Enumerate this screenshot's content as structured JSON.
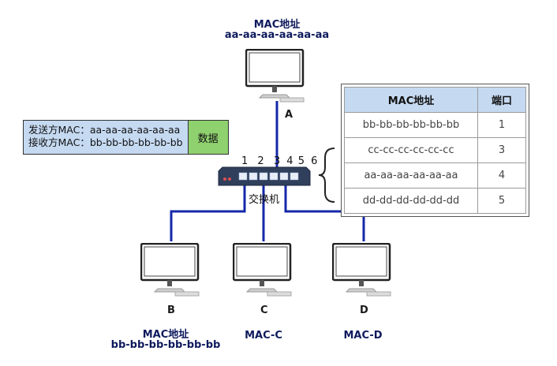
{
  "hosts": {
    "a": {
      "mac_title": "MAC地址",
      "mac_value": "aa-aa-aa-aa-aa-aa",
      "letter": "A"
    },
    "b": {
      "mac_title": "MAC地址",
      "mac_value": "bb-bb-bb-bb-bb-bb",
      "letter": "B"
    },
    "c": {
      "mac_value": "MAC-C",
      "letter": "C"
    },
    "d": {
      "mac_value": "MAC-D",
      "letter": "D"
    }
  },
  "frame": {
    "sender": "发送方MAC：aa-aa-aa-aa-aa-aa",
    "receiver": "接收方MAC：bb-bb-bb-bb-bb-bb",
    "payload": "数据"
  },
  "switch": {
    "label": "交换机",
    "ports": [
      "1",
      "2",
      "3",
      "4",
      "5",
      "6"
    ]
  },
  "mac_table": {
    "headers": [
      "MAC地址",
      "端口"
    ],
    "rows": [
      {
        "mac": "bb-bb-bb-bb-bb-bb",
        "port": "1"
      },
      {
        "mac": "cc-cc-cc-cc-cc-cc",
        "port": "3"
      },
      {
        "mac": "aa-aa-aa-aa-aa-aa",
        "port": "4"
      },
      {
        "mac": "dd-dd-dd-dd-dd-dd",
        "port": "5"
      }
    ]
  },
  "colors": {
    "link": "#1428a8",
    "label_text": "#0e1a5c",
    "table_header": "#c5d9f1",
    "payload": "#8fd06f"
  }
}
